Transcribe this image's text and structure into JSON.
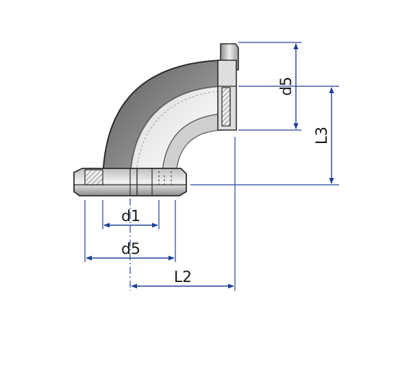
{
  "dimensions": {
    "d5_top": "d5",
    "L3": "L3",
    "d1": "d1",
    "d5_bottom": "d5",
    "L2": "L2"
  },
  "colors": {
    "dimension_line": "#1f3f9a",
    "outline": "#2a2a2a",
    "body_dark": "#6d6d6d",
    "body_light": "#e8e8e8"
  }
}
